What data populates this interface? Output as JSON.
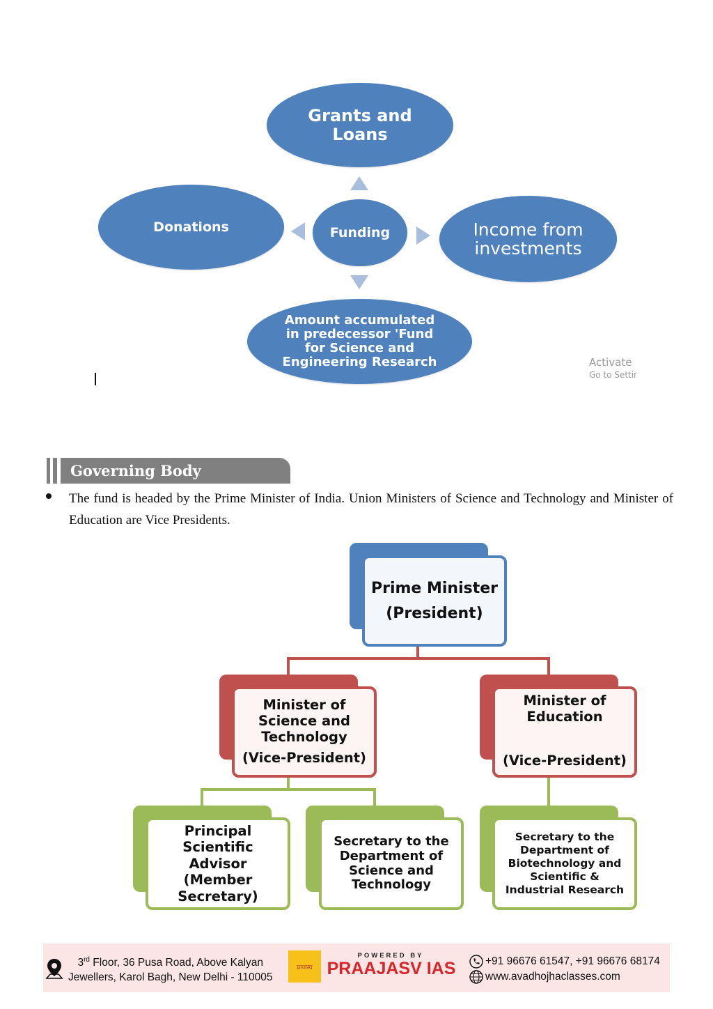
{
  "funding_diagram": {
    "center": "Funding",
    "top": "Grants and\nLoans",
    "left": "Donations",
    "right": "Income from\ninvestments",
    "bottom": "Amount accumulated\nin predecessor 'Fund\nfor Science and\nEngineering Research",
    "colors": {
      "node": "#4f81bd",
      "arrow": "#a9bedc"
    }
  },
  "watermark": {
    "line1": "Activate",
    "line2": "Go to Settin"
  },
  "section": {
    "title": "Governing Body",
    "bullet": "The fund is headed by the Prime Minister of India. Union Ministers of Science and Technology and Minister of Education are Vice Presidents."
  },
  "org_chart": {
    "top": {
      "line1": "Prime Minister",
      "line2": "(President)"
    },
    "vp_left": {
      "name": "Minister of\nScience and\nTechnology",
      "role": "(Vice-President)"
    },
    "vp_right": {
      "name": "Minister of\nEducation",
      "role": "(Vice-President)"
    },
    "member_1": "Principal\nScientific\nAdvisor\n(Member\nSecretary)",
    "member_2": "Secretary to the\nDepartment of\nScience and\nTechnology",
    "member_3": "Secretary to the\nDepartment of\nBiotechnology and\nScientific &\nIndustrial Research",
    "colors": {
      "blue": "#4f81bd",
      "red": "#c0504d",
      "green": "#9bbb59"
    }
  },
  "footer": {
    "address_prefix": "3",
    "address_sup": "rd",
    "address_line1": " Floor, 36 Pusa Road, Above Kalyan",
    "address_line2": "Jewellers, Karol Bagh, New Delhi - 110005",
    "powered_by": "POWERED BY",
    "brand": "PRAAJASV IAS",
    "logo_text": "प्राजस्व",
    "phone": "+91 96676 61547, +91 96676 68174",
    "website": "www.avadhojhaclasses.com"
  }
}
